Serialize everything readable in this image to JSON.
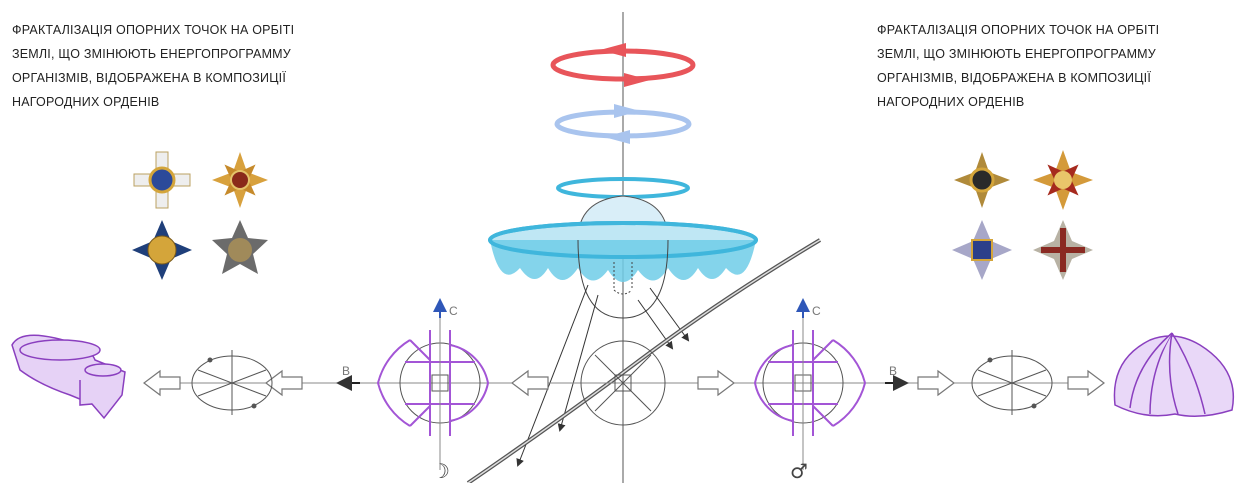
{
  "captions": {
    "left": "ФРАКТАЛІЗАЦІЯ ОПОРНИХ ТОЧОК НА ОРБІТІ\nЗЕМЛІ, ЩО ЗМІНЮЮТЬ ЕНЕРГОПРОГРАММУ\nОРГАНІЗМІВ, ВІДОБРАЖЕНА В КОМПОЗИЦІЇ\nНАГОРОДНИХ ОРДЕНІВ",
    "right": "ФРАКТАЛІЗАЦІЯ ОПОРНИХ ТОЧОК НА ОРБІТІ\nЗЕМЛІ, ЩО ЗМІНЮЮТЬ ЕНЕРГОПРОГРАММУ\nОРГАНІЗМІВ, ВІДОБРАЖЕНА В КОМПОЗИЦІЇ\nНАГОРОДНИХ ОРДЕНІВ"
  },
  "labels": {
    "left_north": "С",
    "left_west": "В",
    "right_north": "С",
    "right_east": "В",
    "moon_symbol": "☽",
    "mars_symbol": "♂"
  },
  "colors": {
    "red_ring": "#e8555a",
    "blue_ring": "#a9c4ee",
    "cyan_ring": "#3fb6dc",
    "purple": "#a355d6",
    "arrow_blue": "#2f57b8",
    "line": "#333333"
  }
}
